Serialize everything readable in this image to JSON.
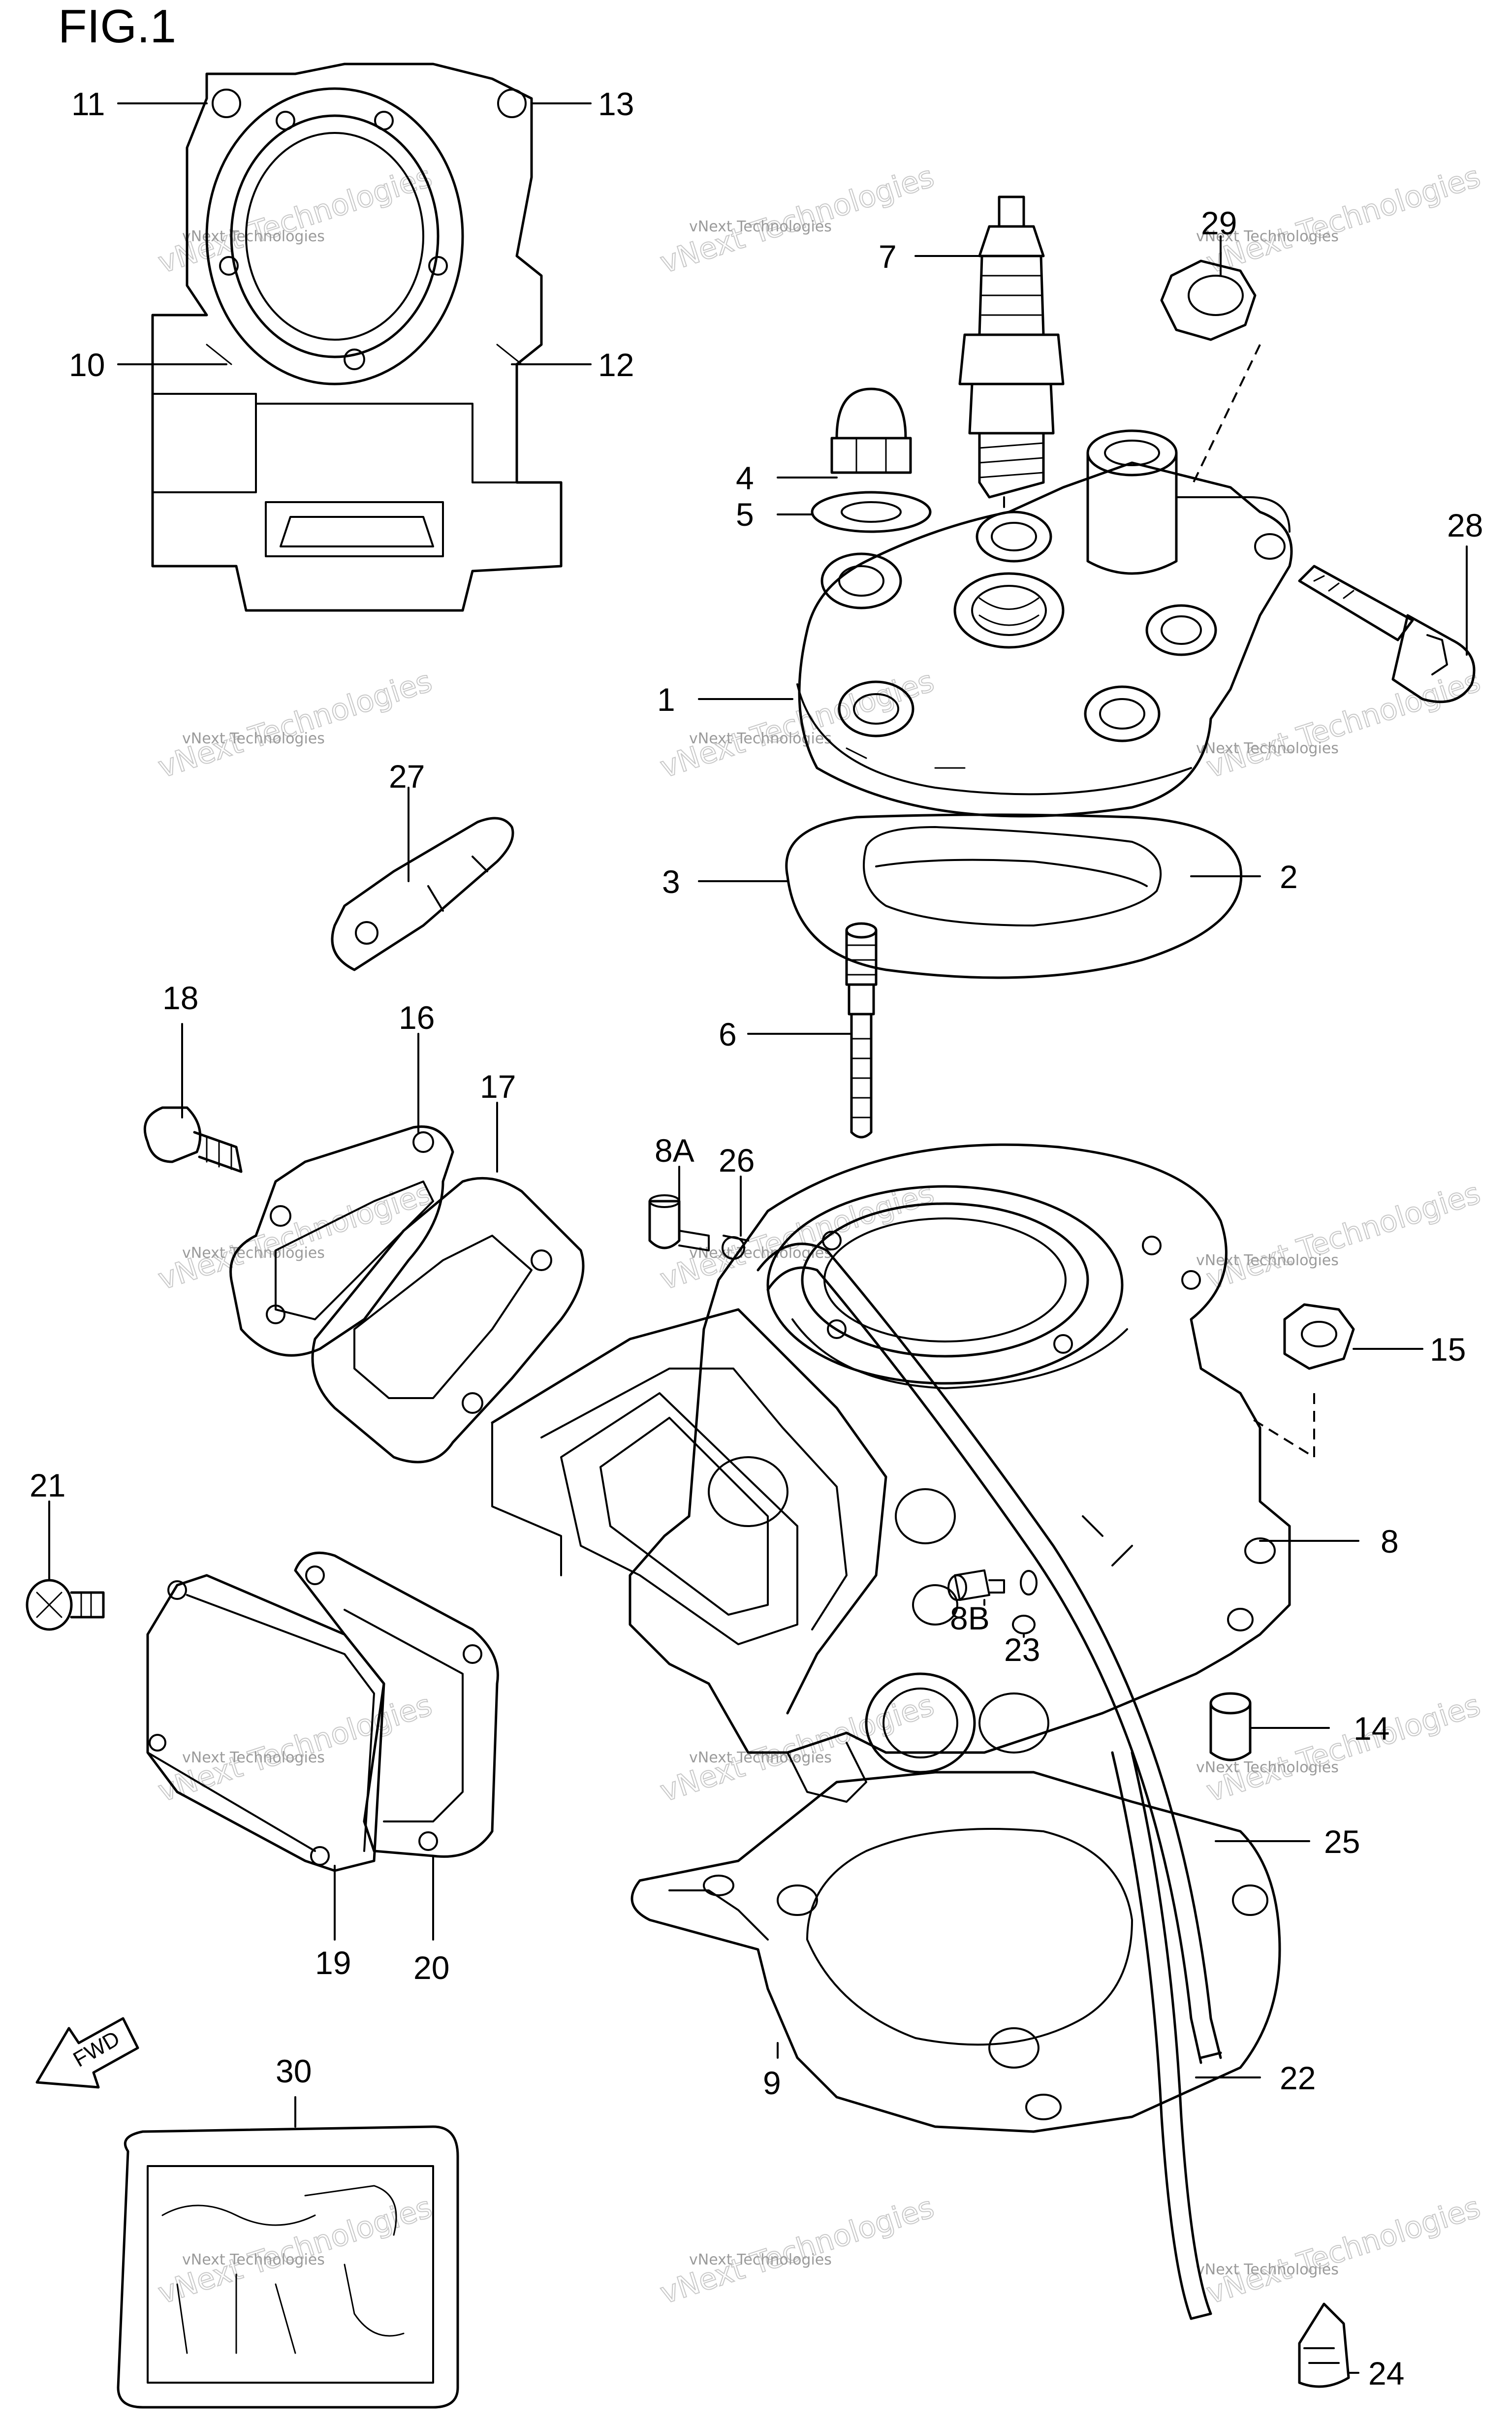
{
  "figure": {
    "title": "FIG.1"
  },
  "fwd_label": "FWD",
  "watermark": {
    "line1": "vNext Technologies",
    "line2": "vNext Technologies"
  },
  "callouts": [
    {
      "id": "1",
      "text": "1"
    },
    {
      "id": "2",
      "text": "2"
    },
    {
      "id": "3",
      "text": "3"
    },
    {
      "id": "4",
      "text": "4"
    },
    {
      "id": "5",
      "text": "5"
    },
    {
      "id": "6",
      "text": "6"
    },
    {
      "id": "7",
      "text": "7"
    },
    {
      "id": "8",
      "text": "8"
    },
    {
      "id": "8A",
      "text": "8A"
    },
    {
      "id": "8B",
      "text": "8B"
    },
    {
      "id": "9",
      "text": "9"
    },
    {
      "id": "10",
      "text": "10"
    },
    {
      "id": "11",
      "text": "11"
    },
    {
      "id": "12",
      "text": "12"
    },
    {
      "id": "13",
      "text": "13"
    },
    {
      "id": "14",
      "text": "14"
    },
    {
      "id": "15",
      "text": "15"
    },
    {
      "id": "16",
      "text": "16"
    },
    {
      "id": "17",
      "text": "17"
    },
    {
      "id": "18",
      "text": "18"
    },
    {
      "id": "19",
      "text": "19"
    },
    {
      "id": "20",
      "text": "20"
    },
    {
      "id": "21",
      "text": "21"
    },
    {
      "id": "22",
      "text": "22"
    },
    {
      "id": "23",
      "text": "23"
    },
    {
      "id": "24",
      "text": "24"
    },
    {
      "id": "25",
      "text": "25"
    },
    {
      "id": "26",
      "text": "26"
    },
    {
      "id": "27",
      "text": "27"
    },
    {
      "id": "28",
      "text": "28"
    },
    {
      "id": "29",
      "text": "29"
    },
    {
      "id": "30",
      "text": "30"
    }
  ]
}
